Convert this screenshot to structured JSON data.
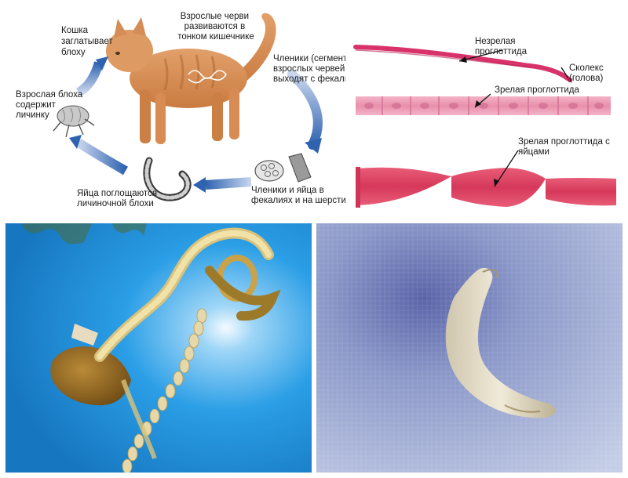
{
  "lifecycle": {
    "cat_eats_flea": [
      "Кошка",
      "заглатывает",
      "блоху"
    ],
    "adult_worms": [
      "Взрослые черви",
      "развиваются в",
      "тонком кишечнике"
    ],
    "segments_exit": [
      "Членики (сегменты)",
      "взрослых червей",
      "выходят с фекалиями"
    ],
    "segments_eggs": [
      "Членики и яйца в",
      "фекалиях и на шерсти"
    ],
    "eggs_eaten": [
      "Яйца поглощаются",
      "личиночной блохи"
    ],
    "adult_flea": [
      "Взрослая блоха",
      "содержит",
      "личинку"
    ]
  },
  "proglottids": {
    "immature": [
      "Незрелая",
      "проглоттида"
    ],
    "scolex": [
      "Сколекс",
      "(голова)"
    ],
    "mature": "Зрелая проглоттида",
    "gravid": [
      "Зрелая проглоттида с",
      "яйцами"
    ]
  },
  "colors": {
    "arrow_blue": "#3d6fb8",
    "worm_pink": "#e38aa8",
    "gravid_red": "#d9405f",
    "photo_blue": "#2a9ee6",
    "fabric_blue": "#8a97c8"
  }
}
